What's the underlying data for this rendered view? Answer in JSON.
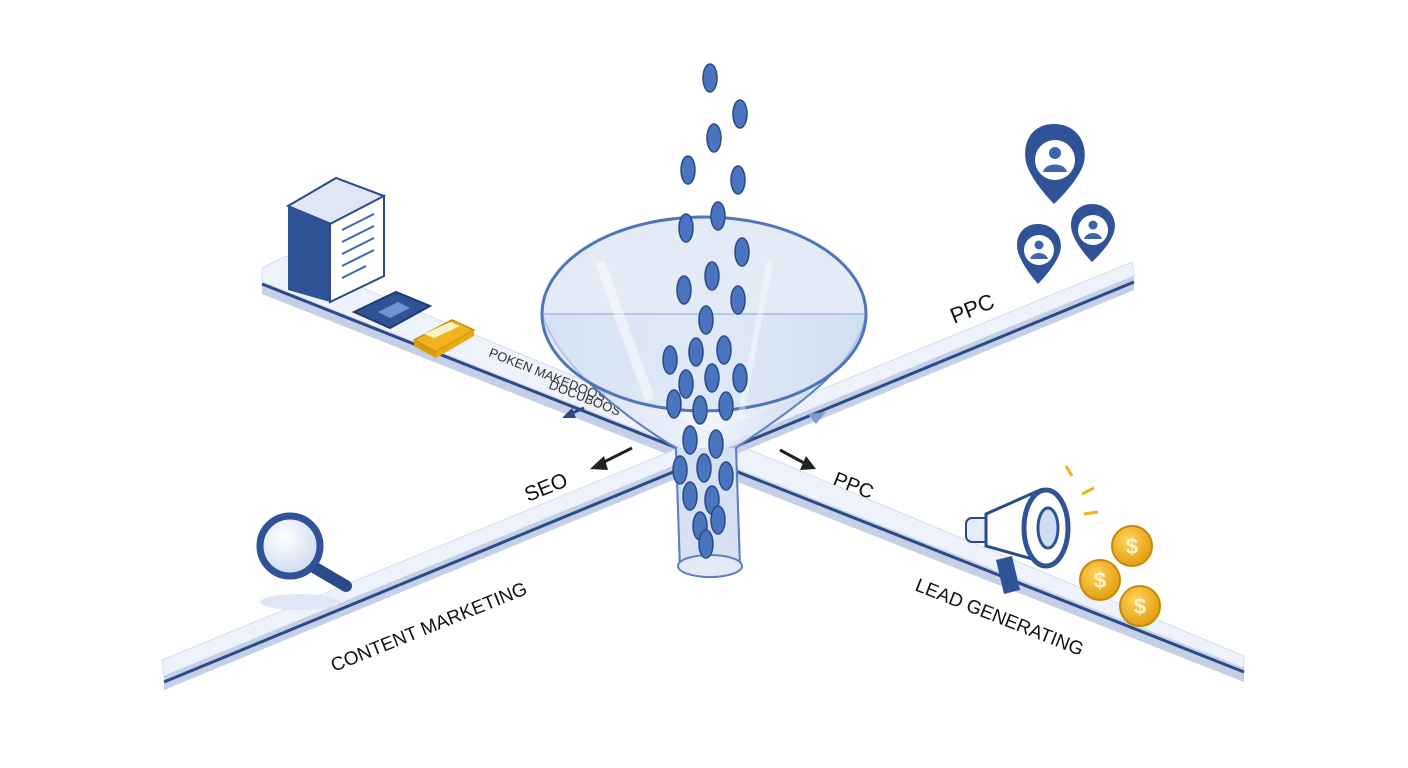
{
  "labels": {
    "ppc_upper": "PPC",
    "ppc_lower": "PPC",
    "seo": "SEO",
    "content_marketing": "CONTENT MARKETING",
    "lead_generating": "LEAD GENERATING",
    "garbled_upper": "POKEN MAKEDOOS",
    "garbled_lower": "DOCUBOOS"
  },
  "icons": {
    "books": "book-stack-icon",
    "document": "document-icon",
    "folder": "folder-icon",
    "magnifier": "magnifying-glass-icon",
    "user_pins": "user-location-pin-icon",
    "megaphone": "megaphone-icon",
    "coins": "dollar-coin-icon"
  },
  "colors": {
    "primary": "#3f66ad",
    "dark_blue": "#2b4a88",
    "funnel_fill": "#dbe6f5",
    "track_fill": "#eef2fa",
    "gold": "#f2b21b",
    "text": "#111111"
  }
}
